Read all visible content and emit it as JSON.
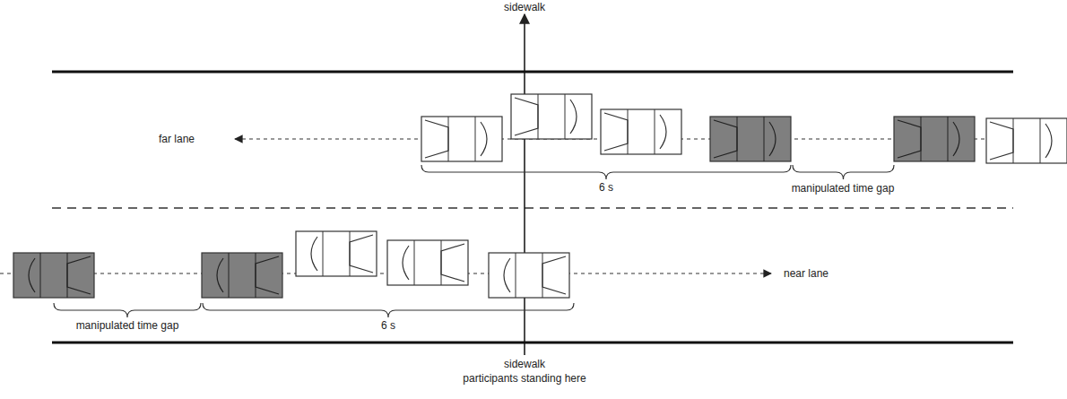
{
  "diagram": {
    "labels": [
      "sidewalk",
      "far lane",
      "6 s",
      "manipulated time gap",
      "near lane",
      "manipulated time gap",
      "6 s",
      "sidewalk",
      "participants standing here"
    ]
  }
}
